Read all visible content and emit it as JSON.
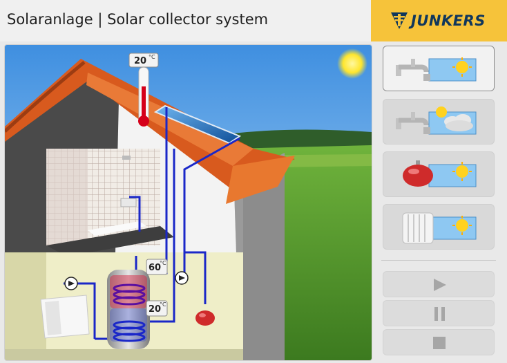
{
  "header": {
    "title": "Solaranlage | Solar collector system",
    "brand": "JUNKERS",
    "brand_color": "#f6c33a",
    "brand_text_color": "#10375c",
    "brand_icon": "junkers-logo-icon"
  },
  "scene": {
    "roof_temperature": "20",
    "tank_upper_temperature": "60",
    "tank_lower_temperature": "20",
    "unit": "°C",
    "pipe_color": "#1a27c8",
    "roof_color": "#d85a1e"
  },
  "modes": [
    {
      "id": "hot-water-sunny",
      "icons": [
        "faucet-icon",
        "sun-icon"
      ],
      "active": true
    },
    {
      "id": "hot-water-cloudy",
      "icons": [
        "faucet-icon",
        "sun-cloud-icon"
      ],
      "active": false
    },
    {
      "id": "expansion-vessel-sunny",
      "icons": [
        "expansion-vessel-icon",
        "sun-icon"
      ],
      "active": false
    },
    {
      "id": "heating-sunny",
      "icons": [
        "radiator-icon",
        "sun-icon"
      ],
      "active": false
    }
  ],
  "controls": [
    {
      "id": "play",
      "icon": "play-icon"
    },
    {
      "id": "pause",
      "icon": "pause-icon"
    },
    {
      "id": "stop",
      "icon": "stop-icon"
    }
  ]
}
